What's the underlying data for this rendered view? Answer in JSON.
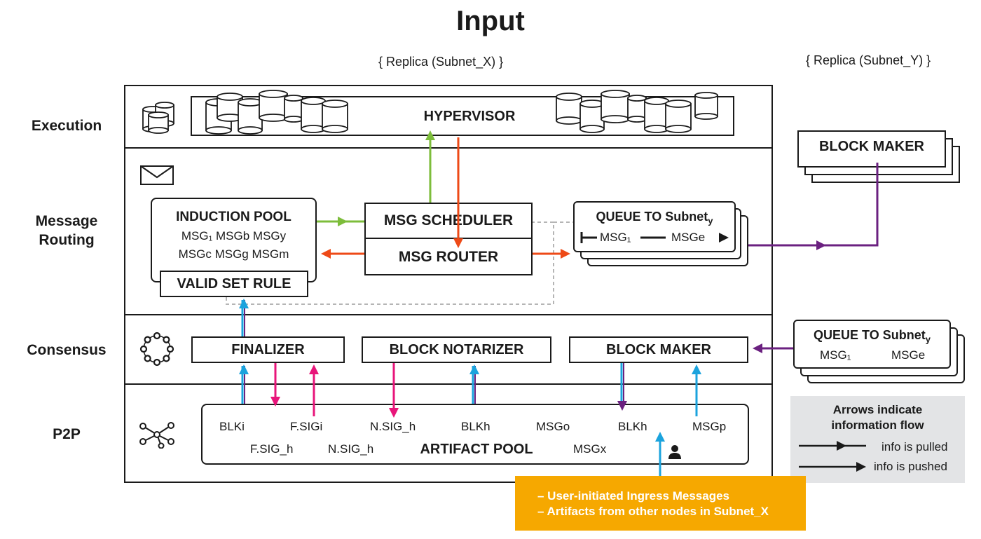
{
  "title": "Input",
  "replica_x": "{ Replica (Subnet_X) }",
  "replica_y": "{ Replica (Subnet_Y) }",
  "layers": {
    "execution": "Execution",
    "message_routing_1": "Message",
    "message_routing_2": "Routing",
    "consensus": "Consensus",
    "p2p": "P2P"
  },
  "execution": {
    "hypervisor": "HYPERVISOR"
  },
  "routing": {
    "induction_pool": "INDUCTION POOL",
    "induction_msgs_1": "MSG₁ MSGb MSGy",
    "induction_msgs_2": "MSGc MSGg MSGm",
    "valid_set_rule": "VALID SET RULE",
    "msg_scheduler": "MSG SCHEDULER",
    "msg_router": "MSG ROUTER",
    "queue_title": "QUEUE TO Subnet",
    "queue_sub": "y",
    "queue_msg_1": "MSG₁",
    "queue_msg_e": "MSGe"
  },
  "consensus": {
    "finalizer": "FINALIZER",
    "block_notarizer": "BLOCK NOTARIZER",
    "block_maker": "BLOCK MAKER"
  },
  "p2p": {
    "artifact_pool": "ARTIFACT POOL",
    "artifacts": {
      "blk_i": "BLKi",
      "fsig_i": "F.SIGi",
      "nsig_h_top": "N.SIG_h",
      "blk_h_1": "BLKh",
      "msg_o": "MSGo",
      "blk_h_2": "BLKh",
      "msg_p": "MSGp",
      "fsig_h": "F.SIG_h",
      "nsig_h_bottom": "N.SIG_h",
      "msg_x": "MSGx"
    }
  },
  "subnet_y": {
    "block_maker": "BLOCK MAKER",
    "queue_title": "QUEUE TO Subnet",
    "queue_sub": "y",
    "queue_msg_1": "MSG₁",
    "queue_msg_e": "MSGe"
  },
  "legend": {
    "heading_1": "Arrows indicate",
    "heading_2": "information flow",
    "pulled": "info is pulled",
    "pushed": "info is pushed"
  },
  "ingress": {
    "line_1": "– User-initiated Ingress Messages",
    "line_2": "– Artifacts from other nodes in Subnet_X"
  },
  "colors": {
    "green": "#7dbd3b",
    "red": "#ee4a17",
    "pink": "#e8157a",
    "blue": "#1ba3dd",
    "purple": "#6b2180",
    "orange": "#f6a800",
    "legend_bg": "#e3e4e6"
  }
}
